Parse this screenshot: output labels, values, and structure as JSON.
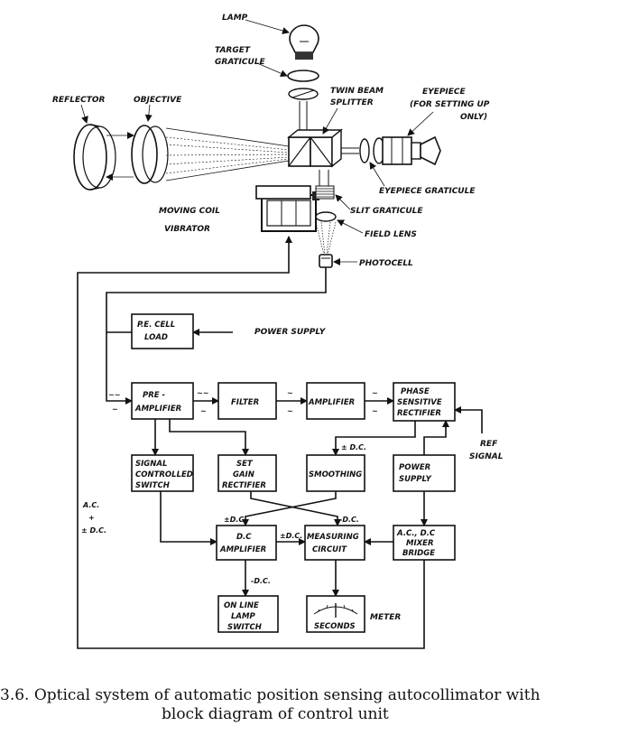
{
  "optics": {
    "lamp": "LAMP",
    "target_graticule": [
      "TARGET",
      "GRATICULE"
    ],
    "reflector": "REFLECTOR",
    "objective": "OBJECTIVE",
    "twin_beam_splitter": [
      "TWIN BEAM",
      "SPLITTER"
    ],
    "eyepiece": [
      "EYEPIECE",
      "(FOR SETTING UP",
      "ONLY)"
    ],
    "eyepiece_graticule": "EYEPIECE GRATICULE",
    "moving_coil_vibrator": [
      "MOVING COIL",
      "VIBRATOR"
    ],
    "slit_graticule": "SLIT GRATICULE",
    "field_lens": "FIELD LENS",
    "photocell": "PHOTOCELL"
  },
  "blocks": {
    "pe_cell_load": [
      "P.E. CELL",
      "LOAD"
    ],
    "power_supply_label": "POWER SUPPLY",
    "pre_amplifier": [
      "PRE -",
      "AMPLIFIER"
    ],
    "filter": "FILTER",
    "amplifier": "AMPLIFIER",
    "phase_sensitive_rectifier": [
      "PHASE",
      "SENSITIVE",
      "RECTIFIER"
    ],
    "ref_signal": [
      "REF",
      "SIGNAL"
    ],
    "signal_controlled_switch": [
      "SIGNAL",
      "CONTROLLED",
      "SWITCH"
    ],
    "set_gain_rectifier": [
      "SET",
      "GAIN",
      "RECTIFIER"
    ],
    "smoothing": "SMOOTHING",
    "power_supply_block": [
      "POWER",
      "SUPPLY"
    ],
    "dc_amplifier": [
      "D.C",
      "AMPLIFIER"
    ],
    "measuring_circuit": [
      "MEASURING",
      "CIRCUIT"
    ],
    "mixer_bridge": [
      "A.C., D.C",
      "MIXER",
      "BRIDGE"
    ],
    "on_line_lamp_switch": [
      "ON LINE",
      "LAMP",
      "SWITCH"
    ],
    "seconds": "SECONDS",
    "meter": "METER"
  },
  "signals": {
    "ac_dc": [
      "A.C.",
      "+",
      "± D.C."
    ],
    "pm_dc": "± D.C.",
    "pm_dc_left": "±D.C.",
    "pm_dc_mid": "±D.C.",
    "minus_dc_right": "-D.C.",
    "minus_dc_down": "-D.C."
  },
  "caption": {
    "line1": "3.6.  Optical system of automatic position sensing autocollimator with",
    "line2": "block diagram of control unit"
  }
}
